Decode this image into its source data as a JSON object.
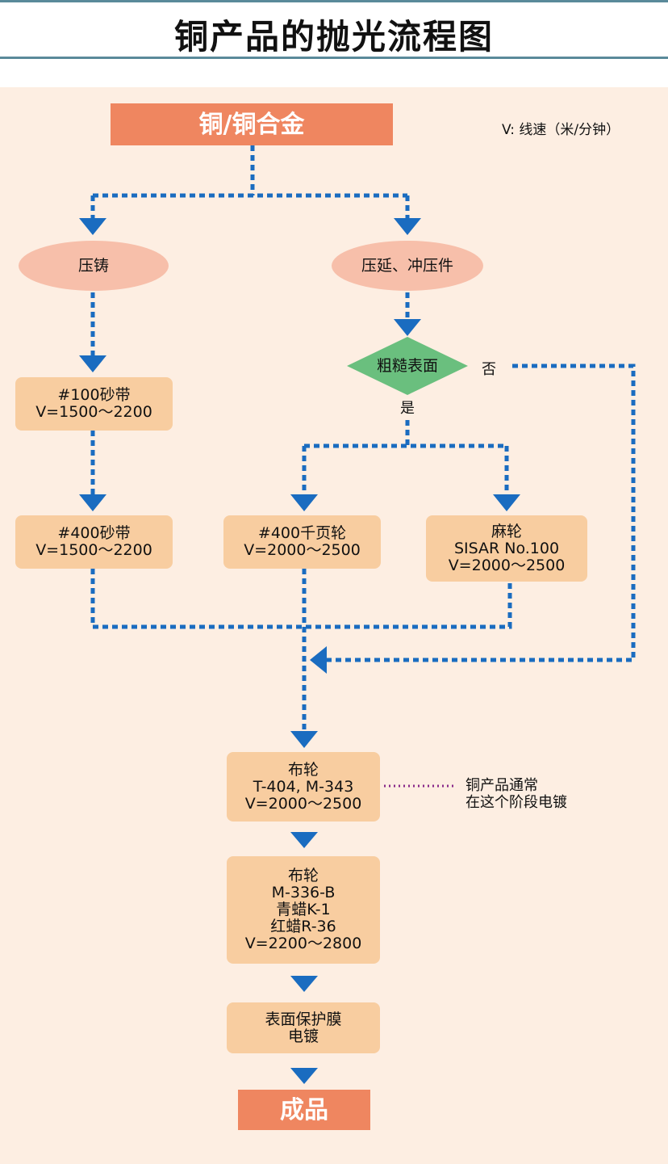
{
  "title": "铜产品的抛光流程图",
  "legend": "V: 线速（米/分钟）",
  "nodes": {
    "start": "铜/铜合金",
    "casting": "压铸",
    "rolled": "压延、冲压件",
    "decision": "粗糙表面",
    "belt100": [
      "#100砂带",
      "V=1500～2200"
    ],
    "belt400": [
      "#400砂带",
      "V=1500～2200"
    ],
    "flap400": [
      "#400千页轮",
      "V=2000～2500"
    ],
    "sisal": [
      "麻轮",
      "SISAR No.100",
      "V=2000～2500"
    ],
    "cloth1": [
      "布轮",
      "T-404, M-343",
      "V=2000～2500"
    ],
    "cloth2": [
      "布轮",
      "M-336-B",
      "青蜡K-1",
      "红蜡R-36",
      "V=2200～2800"
    ],
    "film": [
      "表面保护膜",
      "电镀"
    ],
    "end": "成品"
  },
  "branch_labels": {
    "no": "否",
    "yes": "是"
  },
  "note": [
    "铜产品通常",
    "在这个阶段电镀"
  ],
  "colors": {
    "arrow": "#1a6cc0",
    "note_dots": "#8a2a8a",
    "decision": "#6abf7e",
    "node": "#f8cda0",
    "terminal": "#ef8660"
  }
}
